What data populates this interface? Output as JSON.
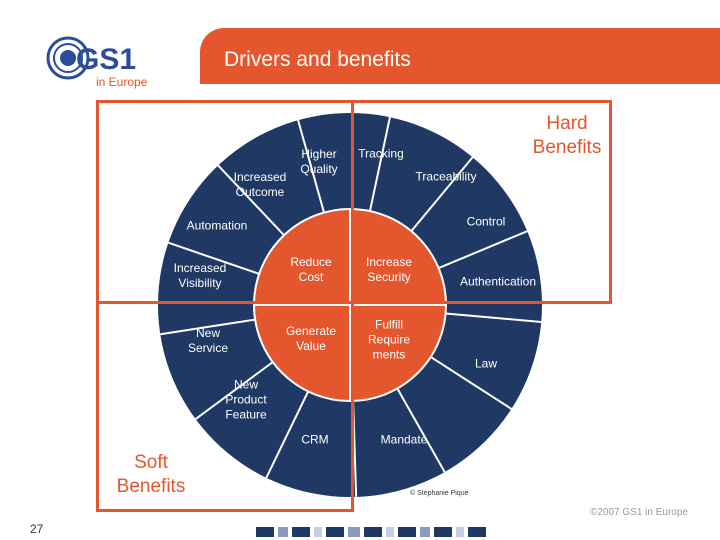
{
  "header": {
    "title": "Drivers and benefits"
  },
  "logo": {
    "mark": "GS1",
    "sub": "in Europe"
  },
  "colors": {
    "accent": "#e4572e",
    "wheel": "#1f3864",
    "hub": "#e4572e",
    "text_on_dark": "#ffffff"
  },
  "outer_ring": [
    {
      "id": "increased-outcome",
      "text": "Increased\nOutcome"
    },
    {
      "id": "higher-quality",
      "text": "Higher\nQuality"
    },
    {
      "id": "tracking",
      "text": "Tracking"
    },
    {
      "id": "traceability",
      "text": "Traceability"
    },
    {
      "id": "control",
      "text": "Control"
    },
    {
      "id": "authentication",
      "text": "Authentication"
    },
    {
      "id": "law",
      "text": "Law"
    },
    {
      "id": "mandate",
      "text": "Mandate"
    },
    {
      "id": "crm",
      "text": "CRM"
    },
    {
      "id": "new-product-feature",
      "text": "New\nProduct\nFeature"
    },
    {
      "id": "new-service",
      "text": "New\nService"
    },
    {
      "id": "increased-visibility",
      "text": "Increased\nVisibility"
    },
    {
      "id": "automation",
      "text": "Automation"
    }
  ],
  "hub": [
    {
      "id": "reduce-cost",
      "text": "Reduce\nCost"
    },
    {
      "id": "increase-security",
      "text": "Increase\nSecurity"
    },
    {
      "id": "generate-value",
      "text": "Generate\nValue"
    },
    {
      "id": "fulfill-requirements",
      "text": "Fulfill\nRequire\nments"
    }
  ],
  "hard_benefits": "Hard\nBenefits",
  "soft_benefits": "Soft\nBenefits",
  "credit": "© Stephanie Pique",
  "copyright": "©2007 GS1 in Europe",
  "slide_number": "27"
}
